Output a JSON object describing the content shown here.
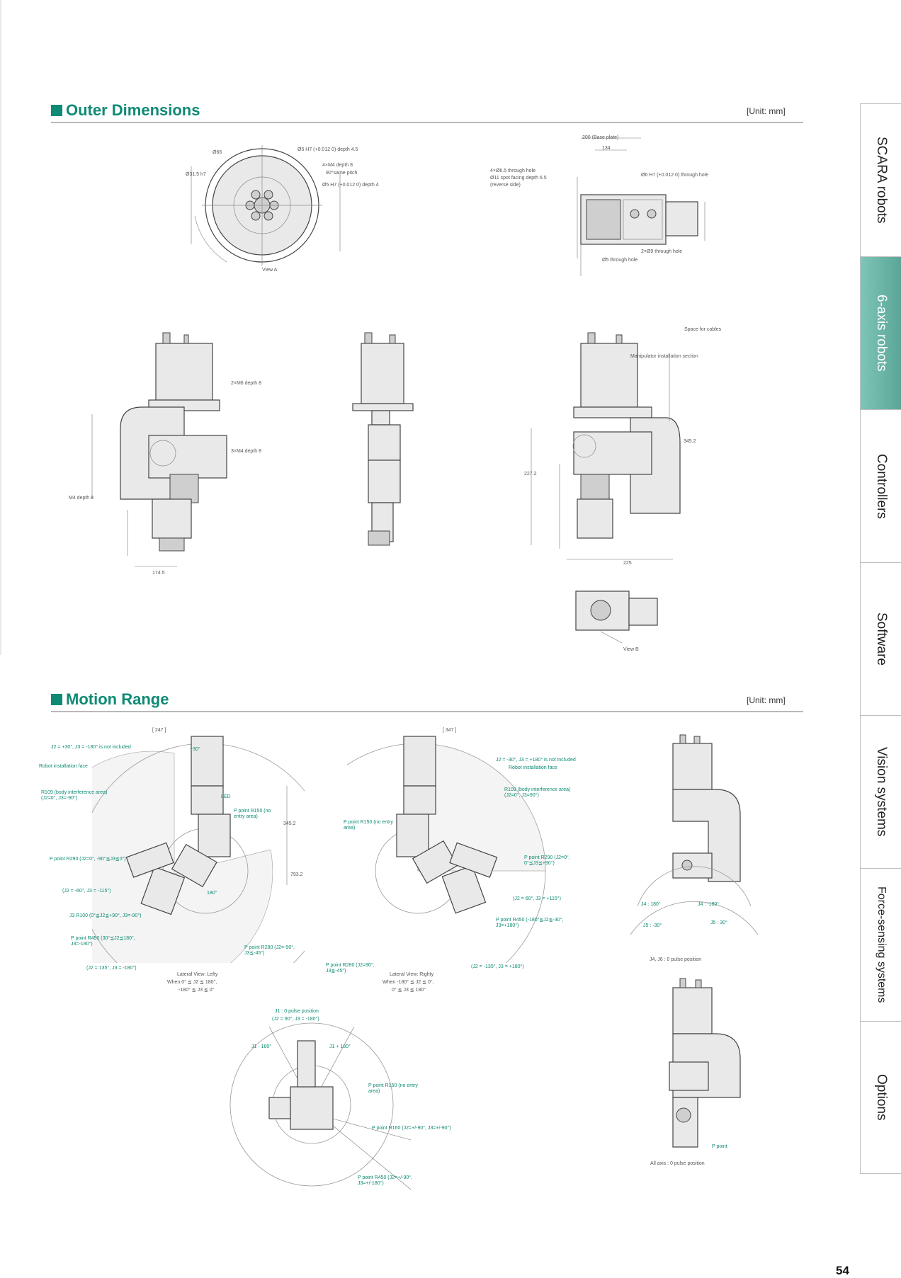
{
  "sections": {
    "outer_title": "Outer Dimensions",
    "outer_unit": "[Unit: mm]",
    "motion_title": "Motion Range",
    "motion_unit": "[Unit: mm]"
  },
  "outer_labels": {
    "view_a": "View A",
    "view_b": "View B",
    "d66": "Ø66",
    "d5h7": "Ø5 H7 (+0.012 0) depth 4.5",
    "m4_depth": "4×M4 depth 8",
    "equal_pitch": "90°same pitch",
    "d5h7b": "Ø5 H7 (+0.012 0) depth 4",
    "d31": "Ø31.5 h7",
    "base_d200": "200 (Base plate)",
    "base_134": "134",
    "through_hole": "4×Ø6.5 through hole",
    "spot_facing": "Ø11 spot facing depth 6.5",
    "reverse": "(reverse side)",
    "d6h7": "Ø6 H7 (+0.012 0) through hole",
    "d9_through": "2×Ø9 through hole",
    "d5_through": "Ø5 through hole",
    "m6_depth": "2×M6 depth 8",
    "m3_depth": "3×M4 depth 8",
    "manip_section": "Manipulator installation section",
    "space_cables": "Space for cables",
    "m4_d8": "M4 depth 8",
    "dim_1745": "174.5",
    "dim_227": "227.2",
    "dim_345": "345.2",
    "dim_225": "225"
  },
  "motion_labels": {
    "left_dim": "[ 247 ]",
    "right_dim": "[ 347 ]",
    "not_included_l": "J2 = +30°, J3 = -180° is not included",
    "not_included_r": "J2 = -30°, J3 = +180° is not included",
    "install_face_l": "Robot installation face",
    "install_face_r": "Robot installation face",
    "r109_l": "R109 (body interference area) (J2=0°, J3=-90°)",
    "r109_r": "R109 (body interference area) (J2=0°, J3=90°)",
    "led": "LED",
    "pnoentry_l": "P point R150 (no entry area)",
    "pnoentry_r": "P point R150 (no entry area)",
    "dim_3452": "345.2",
    "dim_7932": "793.2",
    "ppoint_r290_l": "P point R290 (J2=0°, -90°≦J3≦0°)",
    "ppoint_r290_r": "P point R290 (J2=0°, 0°≦J3≦+90°)",
    "j3_60": "(J2 = -60°, J3 = -115°)",
    "j3_r_60": "(J2 = 60°, J3 = +115°)",
    "j3_r100": "J3 R100 (0°≦J2≦+90°, J3=-90°)",
    "ppoint_r450_l": "P point R450 (30°≦J2≦180°, J3=-180°)",
    "ppoint_r450_r": "P point R450 (-180°≦J2≦-30°, J3=+180°)",
    "j2_135": "(J2 = 135°, J3 = -180°)",
    "j2_r135": "(J2 = -135°, J3 = +180°)",
    "ppoint_r280": "P point R280 (J2=-90°, J3≦-45°)",
    "ppoint_r280_r": "P point R280 (J2=90°, J3≦-45°)",
    "angle_30": "+30°",
    "angle_180": "180°",
    "lateral_left": "Lateral View: Lefty",
    "lateral_left_when": "When 0° ≦ J2 ≦ 180°,",
    "lateral_left_j3": "-180° ≦ J3 ≦ 0°",
    "lateral_right": "Lateral View: Righty",
    "lateral_right_when": "When -180° ≦ J2 ≦ 0°,",
    "lateral_right_j3": "0° ≦ J3 ≦ 180°",
    "j1_zero": "J1 : 0 pulse position",
    "j1_cond": "(J2 = 90°, J3 = -180°)",
    "j1_minus": "J1 - 180°",
    "j1_plus": "J1 + 180°",
    "top_noentry": "P point R150 (no entry area)",
    "top_r160": "P point R160 (J2=+/-90°, J3=+/-90°)",
    "top_r450": "P point R450 (J2=+/-90°, J3=+/-180°)",
    "j4_180": "J4 : 180°",
    "j4_m180": "J4 : -180°",
    "j5_m30": "J5 : -30°",
    "j5_30": "J5 : 30°",
    "j4j6_zero": "J4, J6 : 0 pulse position",
    "p_point": "P point",
    "all_axis_zero": "All axis : 0 pulse position"
  },
  "side_tabs": [
    "SCARA robots",
    "6-axis robots",
    "Controllers",
    "Software",
    "Vision systems",
    "Force-sensing systems",
    "Options"
  ],
  "active_tab": "6-axis robots",
  "page_number": "54",
  "colors": {
    "accent": "#0f8a74",
    "tab_active": "#6bb5a6"
  }
}
